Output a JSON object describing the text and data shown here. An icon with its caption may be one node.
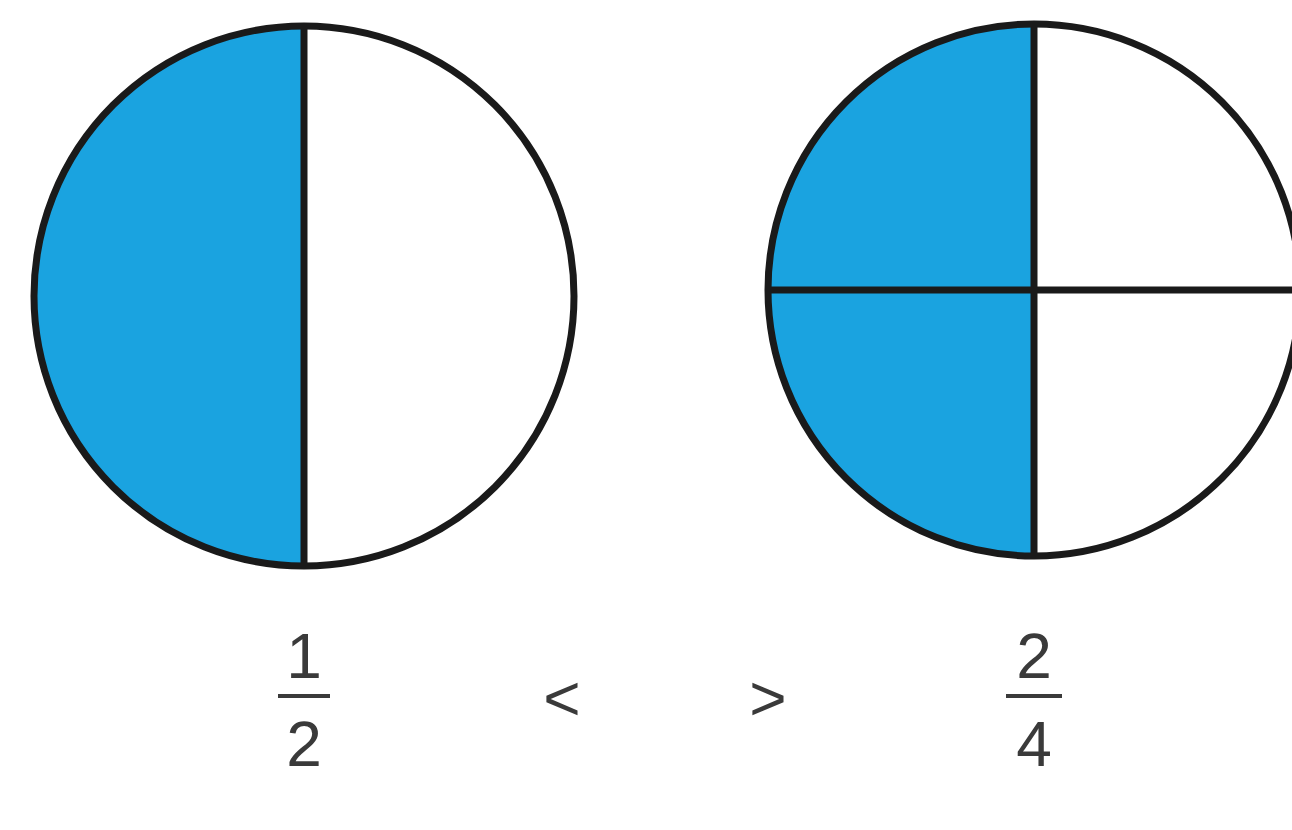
{
  "diagram": {
    "labels": [
      "1",
      "2",
      "<",
      ">",
      "2",
      "4"
    ]
  }
}
